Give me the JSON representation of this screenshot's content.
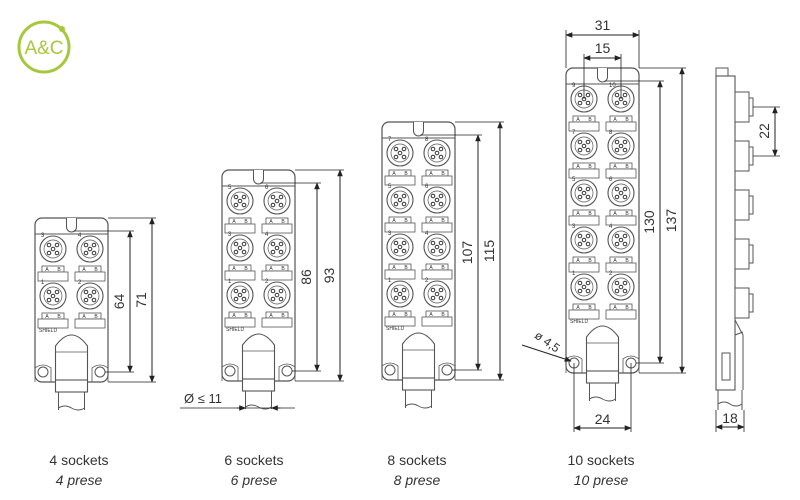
{
  "logo": {
    "text": "A&C",
    "color": "#a6c83c"
  },
  "colors": {
    "line": "#555555",
    "dim": "#222222",
    "text": "#333333"
  },
  "modules": [
    {
      "id": "4-sockets",
      "sockets": 4,
      "caption_en": "4 sockets",
      "caption_it": "4 prese",
      "socket_numbers": [
        [
          "3",
          "4"
        ],
        [
          "1",
          "2"
        ]
      ],
      "marking": "SHIELD",
      "dims": {
        "mount_height": "64",
        "total_height": "71"
      },
      "extra": null
    },
    {
      "id": "6-sockets",
      "sockets": 6,
      "caption_en": "6 sockets",
      "caption_it": "6 prese",
      "socket_numbers": [
        [
          "5",
          "6"
        ],
        [
          "3",
          "4"
        ],
        [
          "1",
          "2"
        ]
      ],
      "marking": "SHIELD",
      "dims": {
        "mount_height": "86",
        "total_height": "93"
      },
      "extra": {
        "cable_diameter": "Ø ≤ 11"
      }
    },
    {
      "id": "8-sockets",
      "sockets": 8,
      "caption_en": "8 sockets",
      "caption_it": "8 prese",
      "socket_numbers": [
        [
          "7",
          "8"
        ],
        [
          "5",
          "6"
        ],
        [
          "3",
          "4"
        ],
        [
          "1",
          "2"
        ]
      ],
      "marking": "SHIELD",
      "dims": {
        "mount_height": "107",
        "total_height": "115"
      },
      "extra": null
    },
    {
      "id": "10-sockets",
      "sockets": 10,
      "caption_en": "10 sockets",
      "caption_it": "10 prese",
      "socket_numbers": [
        [
          "9",
          "10"
        ],
        [
          "7",
          "8"
        ],
        [
          "5",
          "6"
        ],
        [
          "3",
          "4"
        ],
        [
          "1",
          "2"
        ]
      ],
      "marking": "SHIELD",
      "dims": {
        "mount_height": "130",
        "total_height": "137",
        "width": "31",
        "pitch_x": "15",
        "hole_distance": "24",
        "hole_diameter": "ø 4,5"
      },
      "extra": null
    }
  ],
  "side_view": {
    "pitch_y": "22",
    "depth": "18"
  },
  "socket_label": {
    "a": "A",
    "b": "B"
  }
}
